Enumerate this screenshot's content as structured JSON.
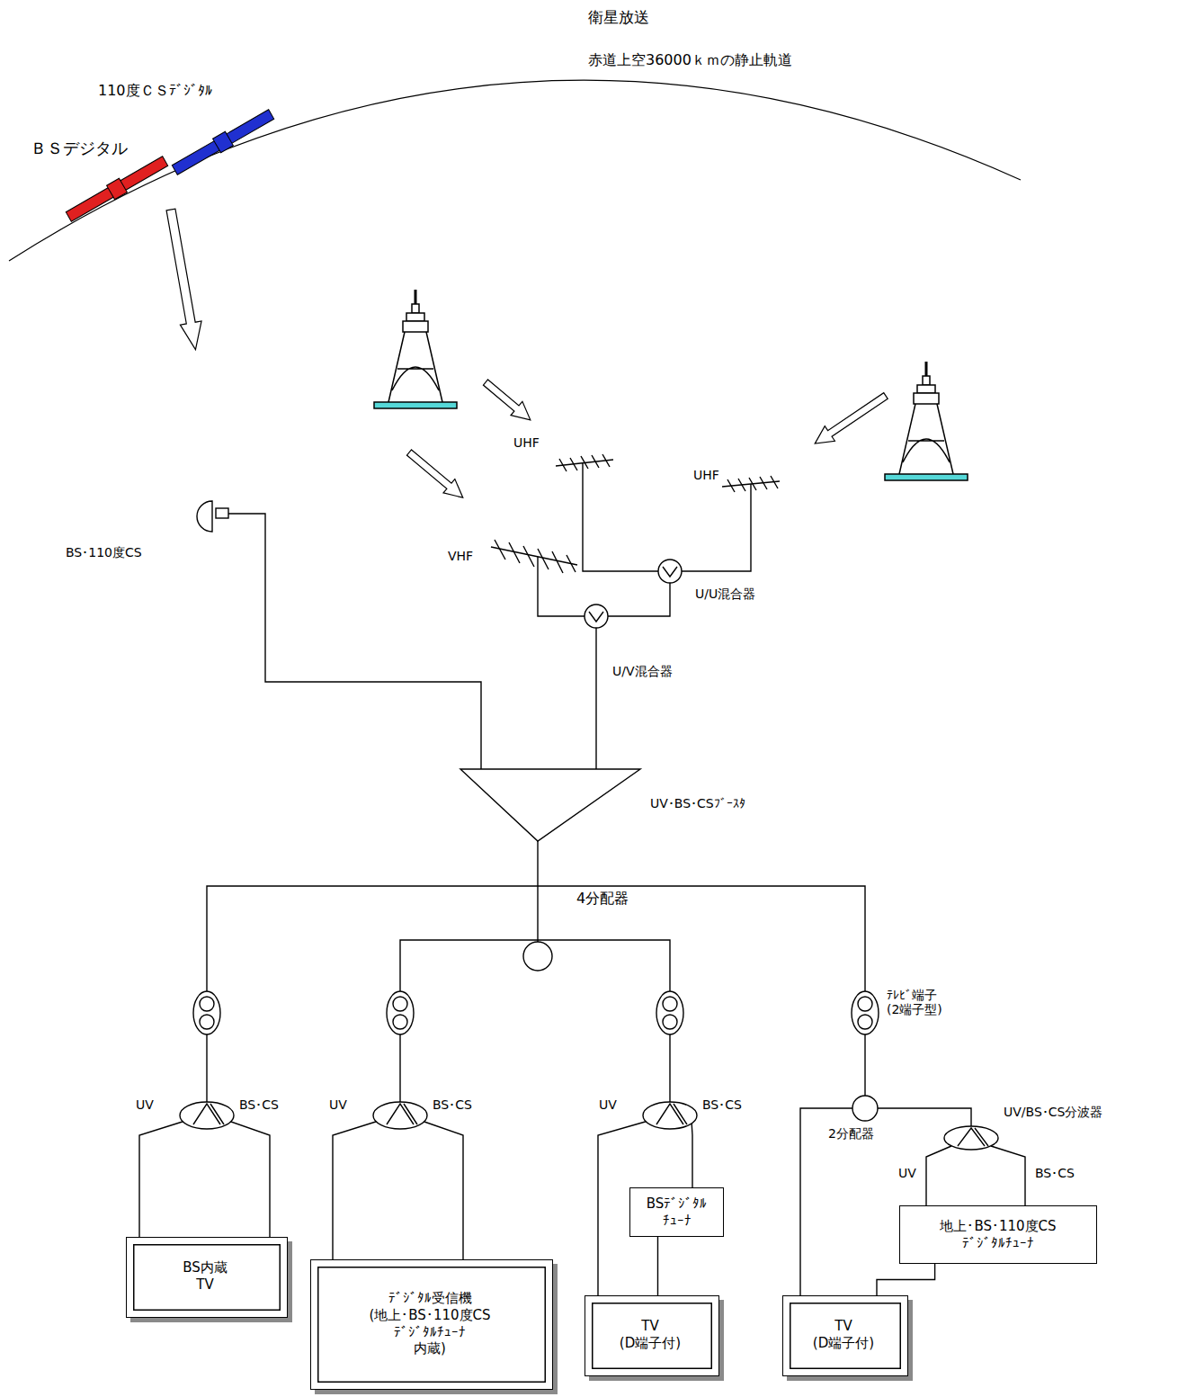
{
  "diagram": {
    "nodes": [
      {
        "text": [
          "BS内蔵 TV"
        ]
      },
      {
        "text": [
          "ﾃﾞｼﾞﾀﾙ受信機",
          "(地上･BS･110度CS ﾃﾞｼﾞﾀﾙﾁｭｰﾅ 内蔵)"
        ]
      },
      {
        "text": [
          "BSﾃﾞｼﾞﾀﾙ ﾁｭｰﾅ"
        ]
      },
      {
        "text": [
          "TV (D端子付)"
        ]
      },
      {
        "text": [
          "地上･BS･110度CS ﾃﾞｼﾞﾀﾙﾁｭｰﾅ"
        ]
      },
      {
        "text": [
          "TV (D端子付)"
        ]
      }
    ],
    "edges": [
      {
        "from": 2,
        "to": 3,
        "arrow": "none"
      },
      {
        "from": 4,
        "to": 5,
        "arrow": "none"
      }
    ],
    "labels": [
      "衛星放送",
      "赤道上空36000ｋｍの静止軌道",
      "110度ＣＳﾃﾞｼﾞﾀﾙ",
      "ＢＳデジタル",
      "UHF",
      "UHF",
      "VHF",
      "BS･110度CS",
      "U/U混合器",
      "U/V混合器",
      "UV･BS･CSﾌﾞｰｽﾀ",
      "4分配器",
      "ﾃﾚﾋﾞ端子 (2端子型)",
      "UV",
      "BS･CS",
      "UV",
      "BS･CS",
      "UV",
      "BS･CS",
      "2分配器",
      "UV/BS･CS分波器",
      "UV",
      "BS･CS"
    ]
  }
}
